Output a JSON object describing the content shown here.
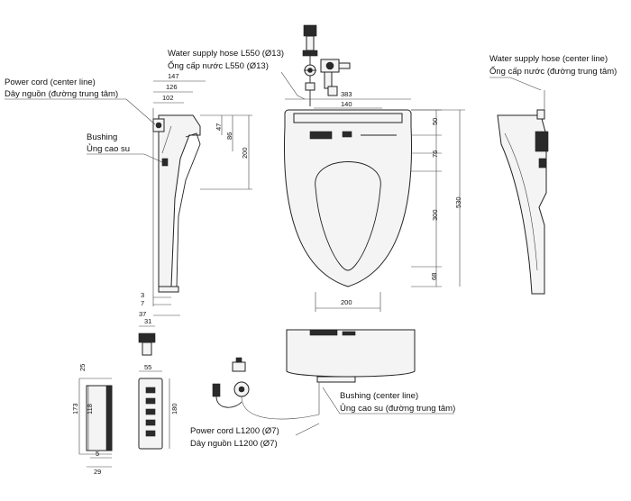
{
  "labels": {
    "water_hose_en": "Water supply hose L550 (Ø13)",
    "water_hose_vi": "Ống cấp nước L550 (Ø13)",
    "power_cord_center_en": "Power cord (center line)",
    "power_cord_center_vi": "Dây nguồn (đường trung tâm)",
    "bushing_en": "Bushing",
    "bushing_vi": "Ủng cao su",
    "water_center_en": "Water supply hose (center line)",
    "water_center_vi": "Ống cấp nước (đường trung tâm)",
    "bushing_center_en": "Bushing (center line)",
    "bushing_center_vi": "Ủng cao su (đường trung tâm)",
    "power_cord_l1200_en": "Power cord L1200 (Ø7)",
    "power_cord_l1200_vi": "Dây nguồn L1200 (Ø7)"
  },
  "dimensions": {
    "d147": "147",
    "d126": "126",
    "d102": "102",
    "d47": "47",
    "d86": "86",
    "d200v": "200",
    "d3": "3",
    "d7": "7",
    "d37": "37",
    "d383": "383",
    "d140": "140",
    "d50": "50",
    "d76": "76",
    "d300": "300",
    "d530": "530",
    "d68": "68",
    "d200h": "200",
    "d31": "31",
    "d55": "55",
    "d25": "25",
    "d173": "173",
    "d118": "118",
    "d180": "180",
    "d5": "5",
    "d29": "29"
  }
}
